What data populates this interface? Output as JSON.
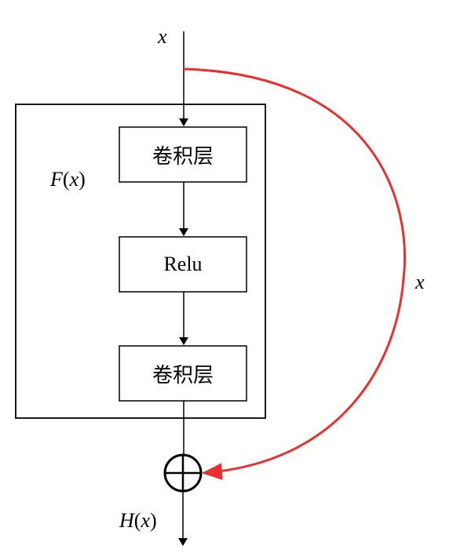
{
  "diagram": {
    "input_label": "x",
    "skip_label": "x",
    "block_label": {
      "func": "F",
      "open": "(",
      "var": "x",
      "close": ")"
    },
    "output_label": {
      "func": "H",
      "open": "(",
      "var": "x",
      "close": ")"
    },
    "layers": [
      {
        "label": "卷积层"
      },
      {
        "label": "Relu"
      },
      {
        "label": "卷积层"
      }
    ],
    "sum_symbol": "⊕",
    "colors": {
      "stroke": "#000000",
      "skip_connection": "#e8302f"
    }
  }
}
